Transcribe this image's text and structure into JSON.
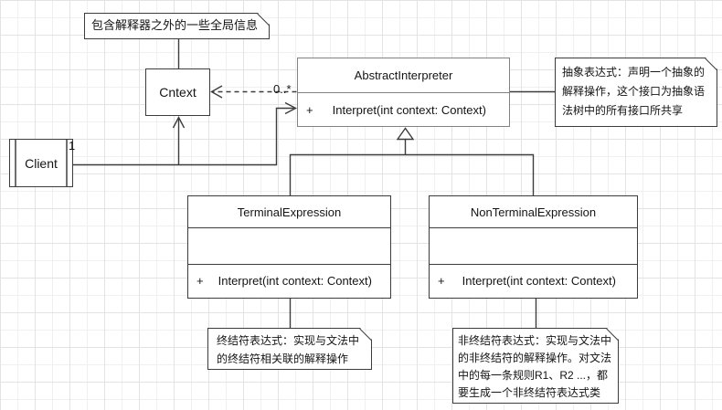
{
  "classes": {
    "context": {
      "name": "Cntext"
    },
    "client": {
      "name": "Client"
    },
    "abstract_interpreter": {
      "name": "AbstractInterpreter",
      "visibility": "+",
      "signature": "Interpret(int context: Context)"
    },
    "terminal_expression": {
      "name": "TerminalExpression",
      "visibility": "+",
      "signature": "Interpret(int context: Context)"
    },
    "nonterminal_expression": {
      "name": "NonTerminalExpression",
      "visibility": "+",
      "signature": "Interpret(int context: Context)"
    }
  },
  "notes": {
    "context_note": "包含解释器之外的一些全局信息",
    "abstract_note": "抽象表达式：声明一个抽象的解释操作，这个接口为抽象语法树中的所有接口所共享",
    "terminal_note": "终结符表达式：实现与文法中的终结符相关联的解释操作",
    "nonterminal_note": "非终结符表达式：实现与文法中的非终结符的解释操作。对文法中的每一条规则R1、R2 ...，都要生成一个非终结符表达式类"
  },
  "labels": {
    "multiplicity_context": "0..*",
    "multiplicity_client": "1"
  },
  "colors": {
    "line": "#3c3c3c",
    "abstract_box_border": "#828282",
    "grid_minor": "#f0f0f0",
    "grid_major": "#e3e3e3",
    "background": "#ffffff",
    "text": "#141414"
  }
}
